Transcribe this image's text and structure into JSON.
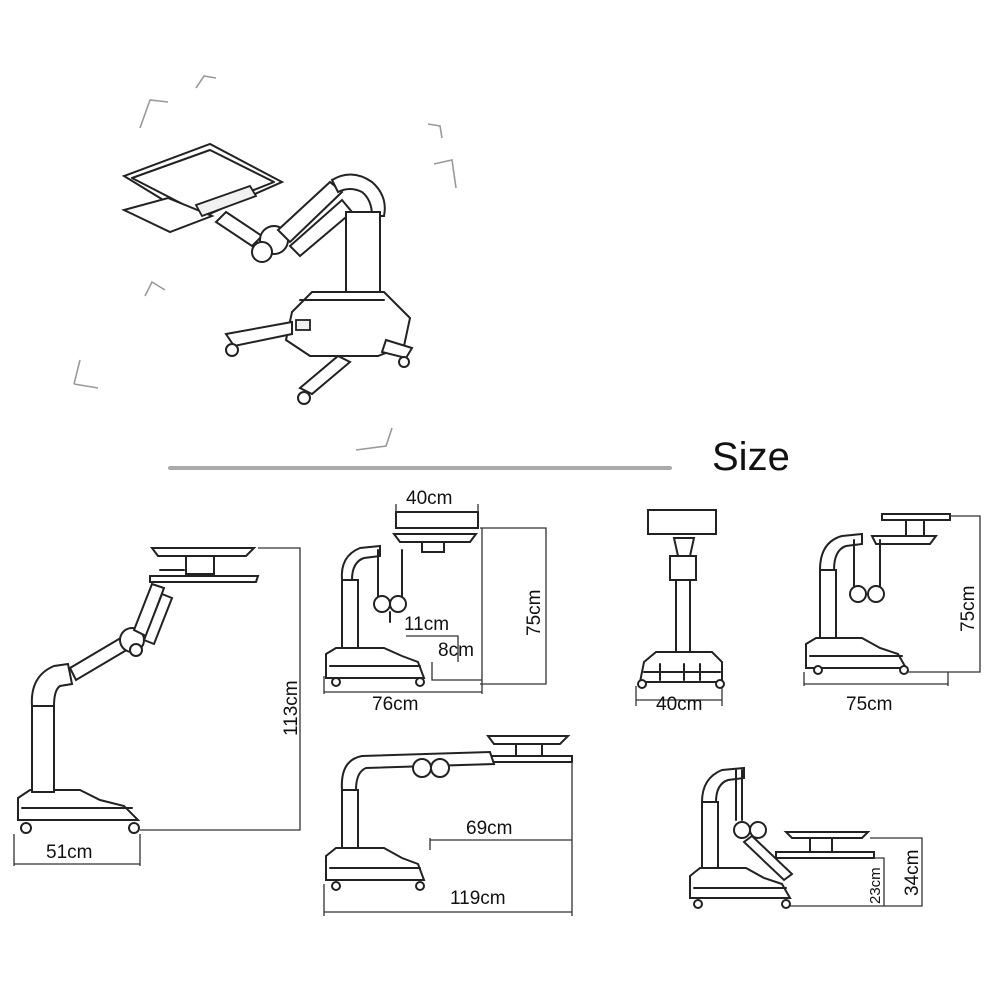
{
  "heading": "Size",
  "labels": {
    "side_width": "51cm",
    "side_height": "113cm",
    "top_width": "40cm",
    "gap_11": "11cm",
    "gap_8": "8cm",
    "front_height": "75cm",
    "front_base": "76cm",
    "rear_base": "40cm",
    "right_height": "75cm",
    "right_base": "75cm",
    "reach_69": "69cm",
    "reach_119": "119cm",
    "low_23": "23cm",
    "low_34": "34cm"
  },
  "colors": {
    "line": "#222222",
    "divider": "#aaaaaa",
    "rotation_arrows": "#9a9a9a"
  }
}
